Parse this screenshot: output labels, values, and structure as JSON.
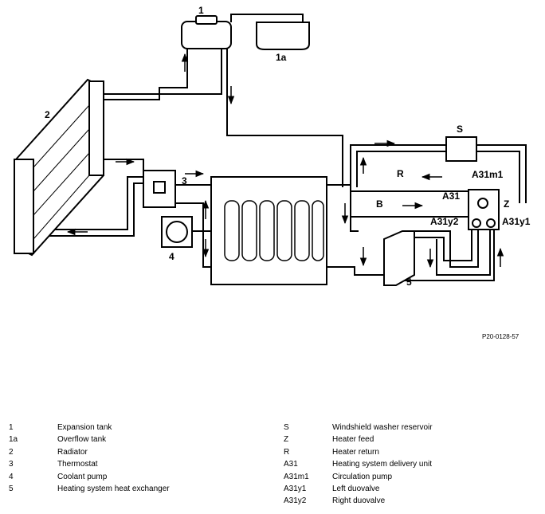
{
  "diagram": {
    "callouts": {
      "c1": "1",
      "c1a": "1a",
      "c2": "2",
      "c3": "3",
      "c4": "4",
      "c5": "5",
      "cS": "S",
      "cR": "R",
      "cB": "B",
      "cZ": "Z",
      "cA31": "A31",
      "cA31m1": "A31m1",
      "cA31y1": "A31y1",
      "cA31y2": "A31y2"
    },
    "figure_code": "P20-0128-57"
  },
  "legend": {
    "left": [
      {
        "key": "1",
        "text": "Expansion tank"
      },
      {
        "key": "1a",
        "text": "Overflow tank"
      },
      {
        "key": "2",
        "text": "Radiator"
      },
      {
        "key": "3",
        "text": "Thermostat"
      },
      {
        "key": "4",
        "text": "Coolant pump"
      },
      {
        "key": "5",
        "text": "Heating system heat exchanger"
      }
    ],
    "right": [
      {
        "key": "S",
        "text": "Windshield washer reservoir"
      },
      {
        "key": "Z",
        "text": "Heater feed"
      },
      {
        "key": "R",
        "text": "Heater return"
      },
      {
        "key": "A31",
        "text": "Heating system delivery unit"
      },
      {
        "key": "A31m1",
        "text": "Circulation pump"
      },
      {
        "key": "A31y1",
        "text": "Left duovalve"
      },
      {
        "key": "A31y2",
        "text": "Right duovalve"
      }
    ]
  }
}
